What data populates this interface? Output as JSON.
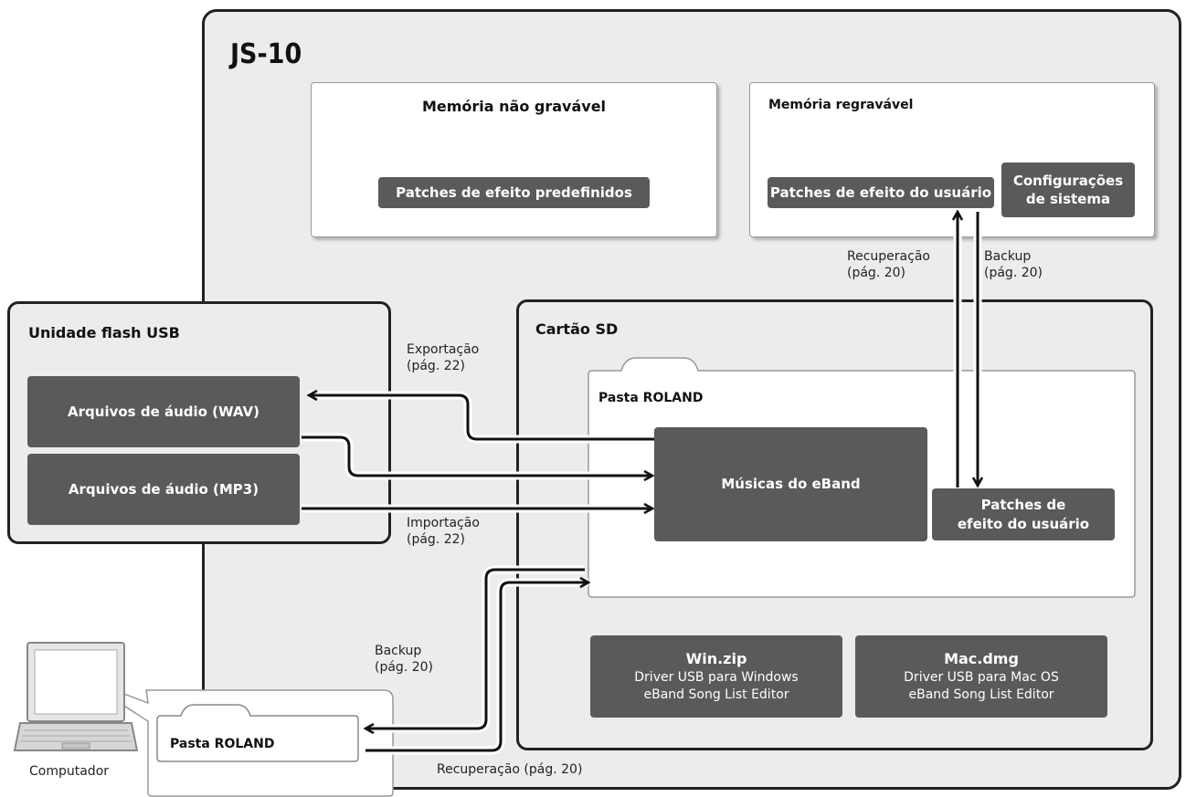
{
  "device": {
    "title": "JS-10"
  },
  "nonwritable_memory": {
    "title": "Memória não gravável",
    "preset_patches": "Patches de efeito predefinidos"
  },
  "rewritable_memory": {
    "title": "Memória regravável",
    "user_patches": "Patches de efeito do usuário",
    "system_settings": [
      "Configurações",
      "de sistema"
    ]
  },
  "usb_flash": {
    "title": "Unidade flash USB",
    "wav": "Arquivos de áudio (WAV)",
    "mp3": "Arquivos de áudio (MP3)"
  },
  "sd_card": {
    "title": "Cartão SD",
    "roland_folder": "Pasta ROLAND",
    "songs": "Músicas do eBand",
    "user_patches": [
      "Patches de",
      "efeito do usuário"
    ],
    "win": {
      "title": "Win.zip",
      "lines": [
        "Driver USB para Windows",
        "eBand Song List Editor"
      ]
    },
    "mac": {
      "title": "Mac.dmg",
      "lines": [
        "Driver USB para Mac OS",
        "eBand Song List Editor"
      ]
    }
  },
  "computer": {
    "label": "Computador",
    "folder": "Pasta ROLAND"
  },
  "labels": {
    "export": [
      "Exportação",
      "(pág. 22)"
    ],
    "import": [
      "Importação",
      "(pág. 22)"
    ],
    "recovery_top": [
      "Recuperação",
      "(pág. 20)"
    ],
    "backup_top": [
      "Backup",
      "(pág. 20)"
    ],
    "backup_bottom": [
      "Backup",
      "(pág. 20)"
    ],
    "recovery_bottom": "Recuperação (pág. 20)"
  }
}
